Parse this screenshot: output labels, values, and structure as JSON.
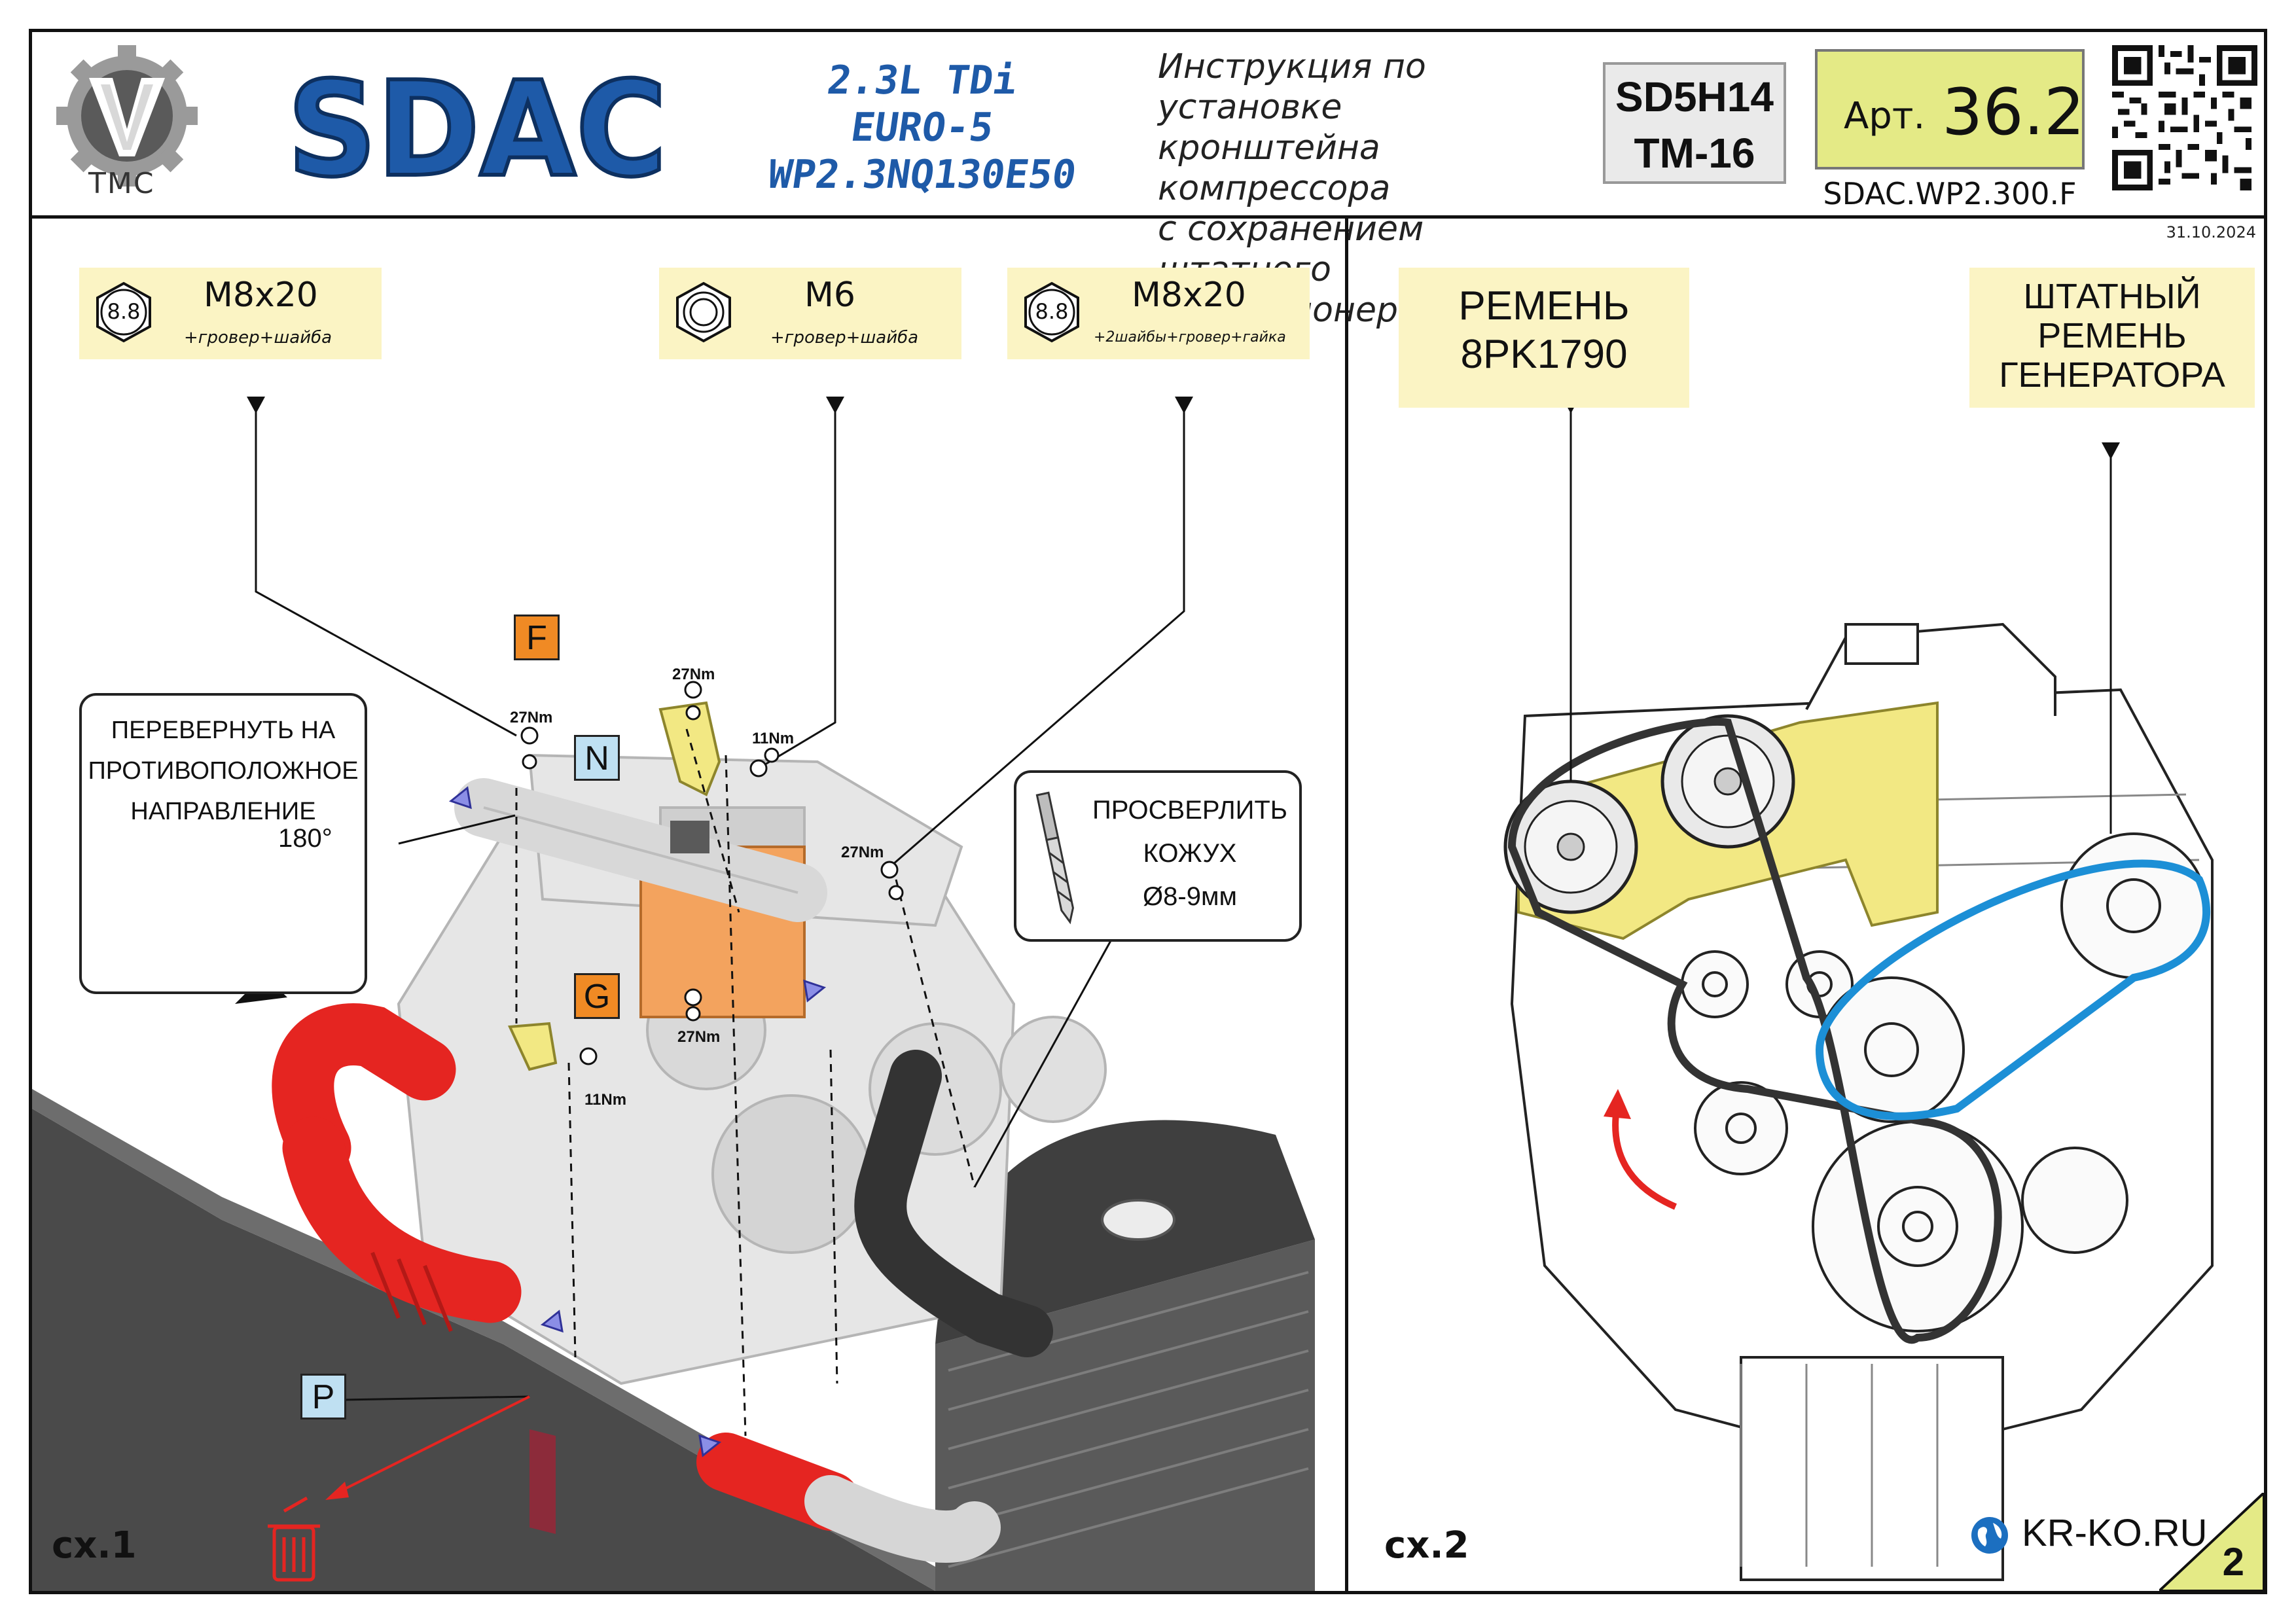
{
  "header": {
    "logo_text": "TMC",
    "brand": "SDAC",
    "model_lines": [
      "2.3L TDi",
      "EURO-5",
      "WP2.3NQ130E50"
    ],
    "instruction_lines": [
      "Инструкция по установке",
      "кронштейна компрессора",
      "с сохранением штатного",
      "кондиционера"
    ],
    "codes": [
      "SD5H14",
      "TM-16"
    ],
    "article_label": "Арт.",
    "article_value": "36.2",
    "doc_code": "SDAC.WP2.300.F",
    "date": "31.10.2024"
  },
  "scheme1": {
    "label": "сх.1",
    "fasteners": [
      {
        "grade": "8.8",
        "size": "M8x20",
        "note": "+гровер+шайба"
      },
      {
        "grade": "",
        "size": "M6",
        "note": "+гровер+шайба"
      },
      {
        "grade": "8.8",
        "size": "M8x20",
        "note": "+2шайбы+гровер+гайка"
      }
    ],
    "flip_note": {
      "lines": [
        "ПЕРЕВЕРНУТЬ НА",
        "ПРОТИВОПОЛОЖНОЕ",
        "НАПРАВЛЕНИЕ"
      ],
      "angle": "180°"
    },
    "drill_note": {
      "lines": [
        "ПРОСВЕРЛИТЬ",
        "КОЖУХ",
        "Ø8-9мм"
      ]
    },
    "parts": [
      "F",
      "N",
      "G",
      "P"
    ],
    "torques": [
      "27Nm",
      "27Nm",
      "11Nm",
      "27Nm",
      "27Nm",
      "11Nm"
    ]
  },
  "scheme2": {
    "label": "сх.2",
    "belt_new": [
      "РЕМЕНЬ",
      "8PK1790"
    ],
    "belt_stock": [
      "ШТАТНЫЙ",
      "РЕМЕНЬ",
      "ГЕНЕРАТОРА"
    ]
  },
  "footer": {
    "site": "KR-KO.RU",
    "page": "2"
  },
  "colors": {
    "brand_blue": "#1e5aa8",
    "callout_yellow": "#fbf4c4",
    "article_yellow": "#e4ea86",
    "part_orange": "#f08a24",
    "part_blue": "#bfe0f2",
    "hose_red": "#e52521",
    "belt_blue": "#1c8fd6"
  }
}
